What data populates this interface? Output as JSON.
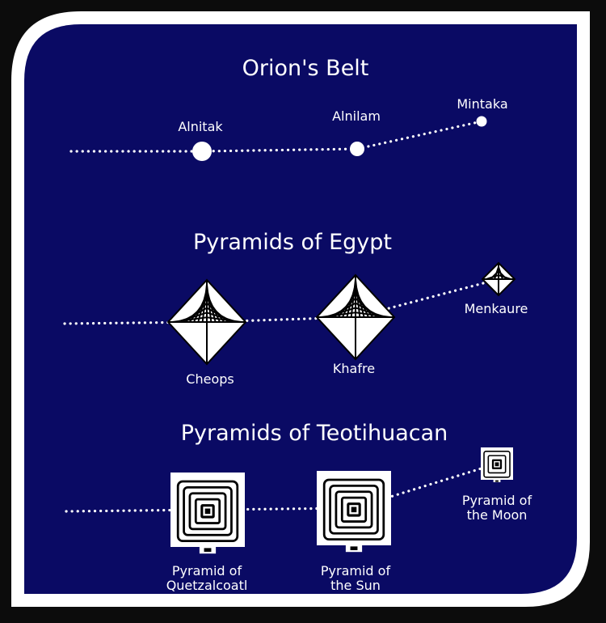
{
  "sections": {
    "orion": {
      "title": "Orion's Belt",
      "stars": [
        {
          "label": "Alnitak"
        },
        {
          "label": "Alnilam"
        },
        {
          "label": "Mintaka"
        }
      ]
    },
    "egypt": {
      "title": "Pyramids of Egypt",
      "pyramids": [
        {
          "label": "Cheops"
        },
        {
          "label": "Khafre"
        },
        {
          "label": "Menkaure"
        }
      ]
    },
    "teotihuacan": {
      "title": "Pyramids of Teotihuacan",
      "pyramids": [
        {
          "label_line1": "Pyramid of",
          "label_line2": "Quetzalcoatl"
        },
        {
          "label_line1": "Pyramid of",
          "label_line2": "the Sun"
        },
        {
          "label_line1": "Pyramid of",
          "label_line2": "the Moon"
        }
      ]
    }
  },
  "colors": {
    "panel_background": "#0a0a64",
    "frame": "#ffffff",
    "outer_background": "#0c0c0c",
    "foreground": "#ffffff",
    "pyramid_lines": "#000000"
  }
}
